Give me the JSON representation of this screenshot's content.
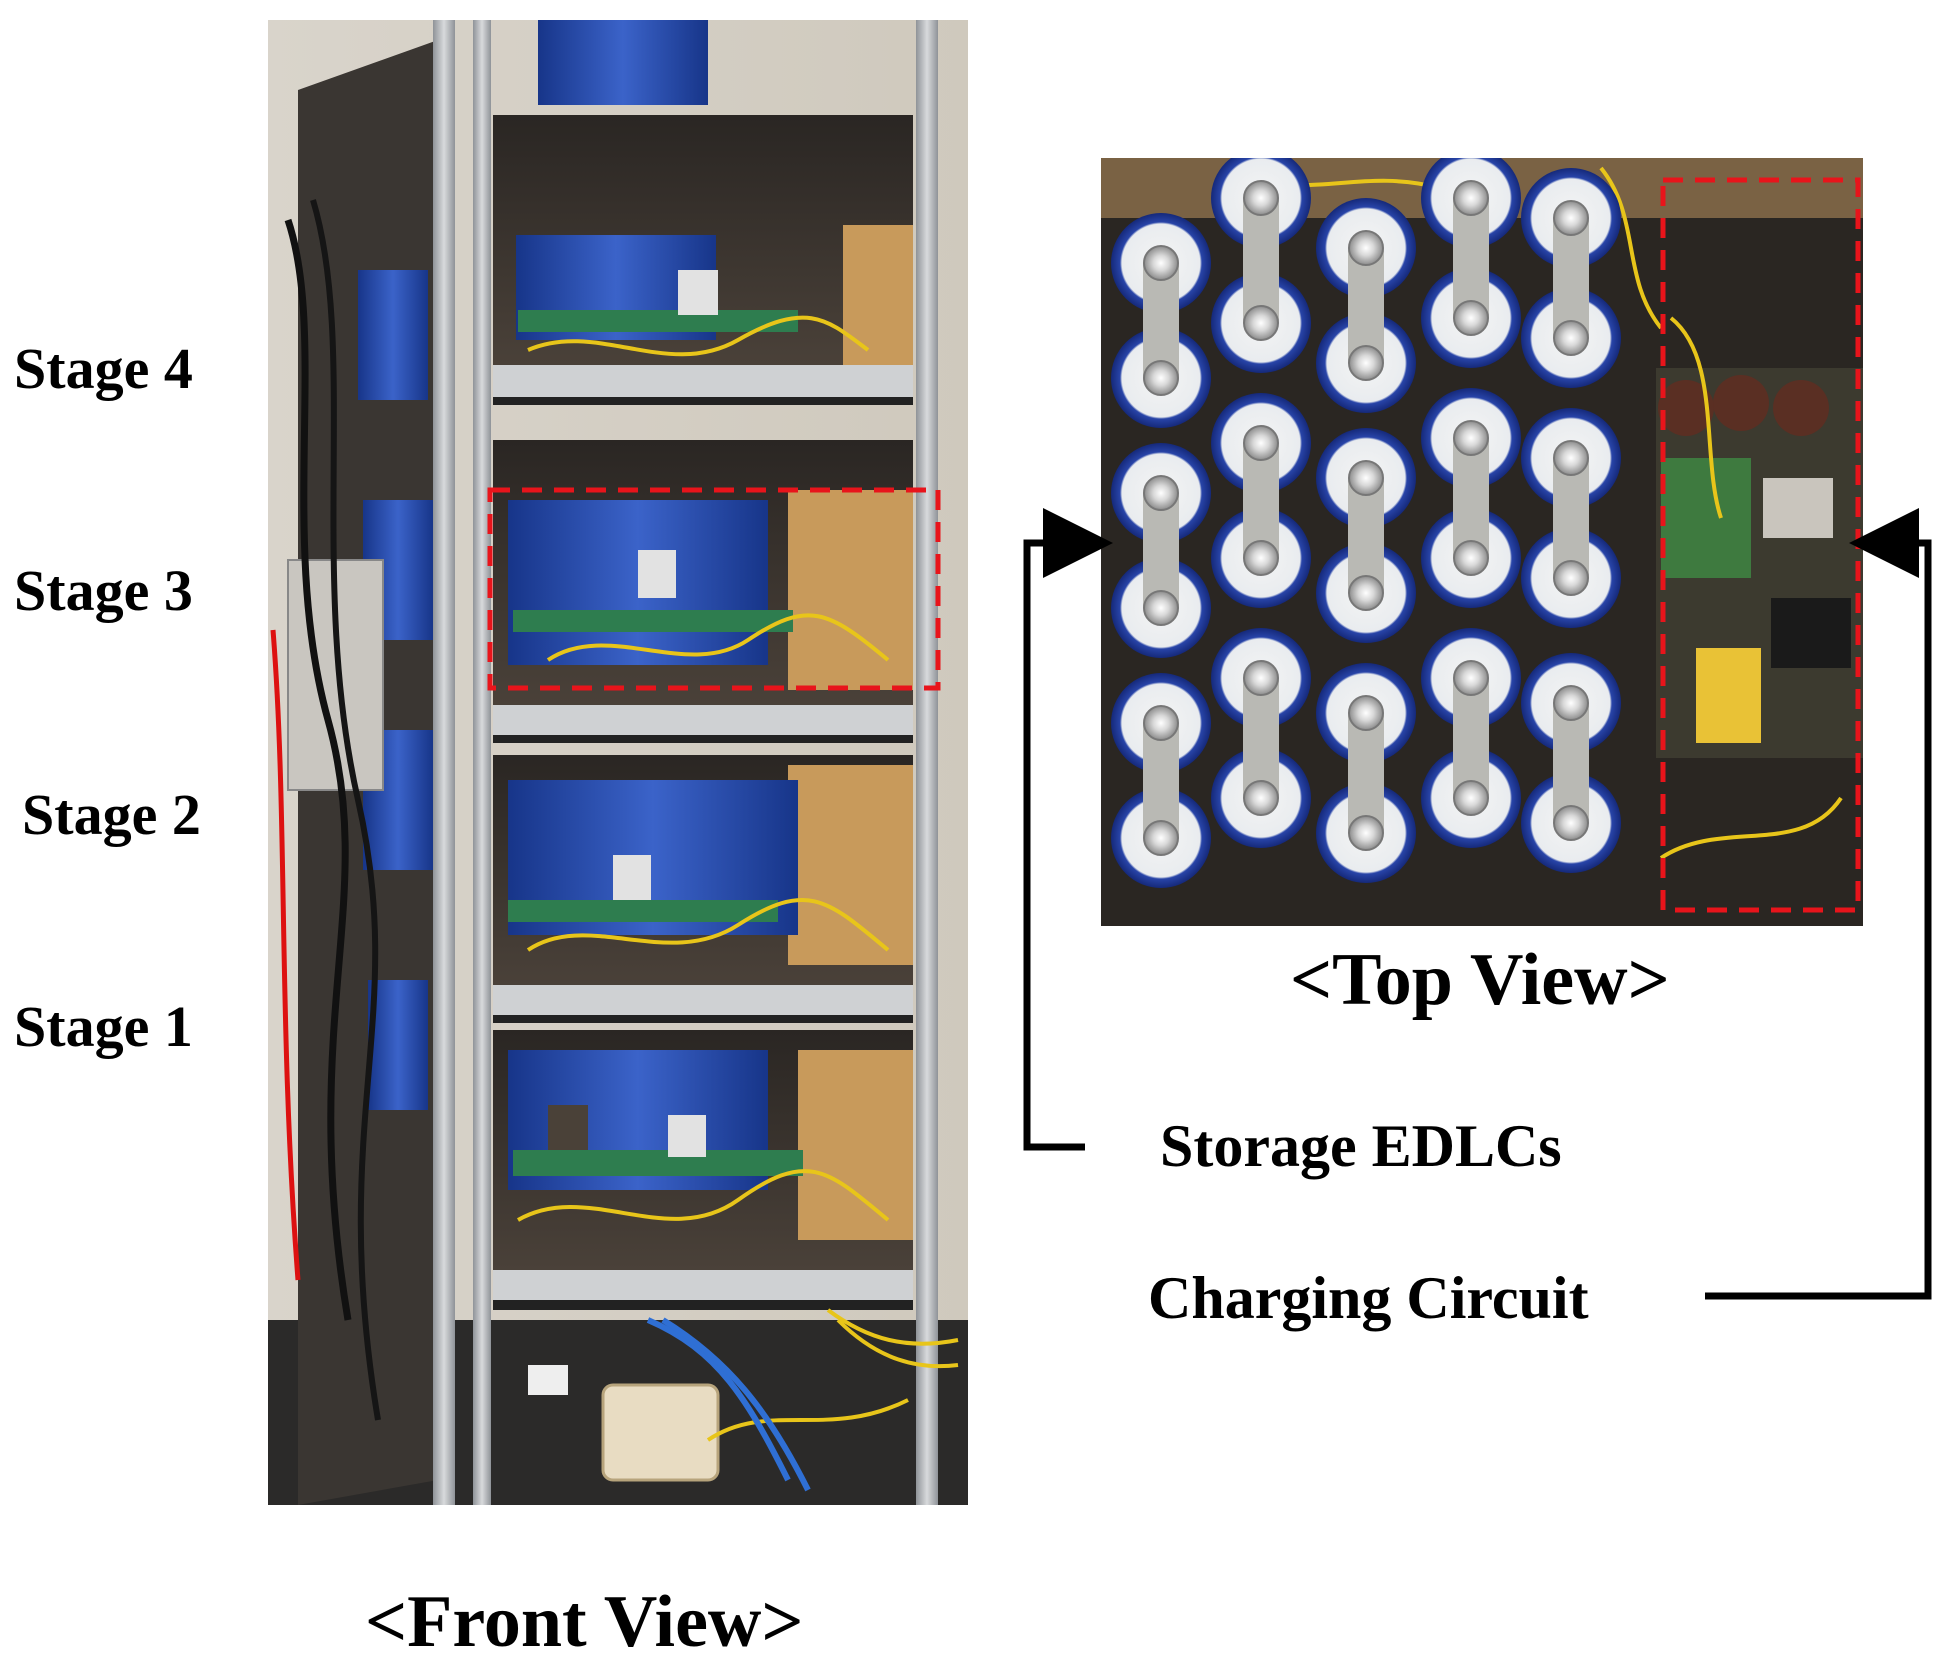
{
  "stages": [
    {
      "label": "Stage 4"
    },
    {
      "label": "Stage 3"
    },
    {
      "label": "Stage 2"
    },
    {
      "label": "Stage 1"
    }
  ],
  "captions": {
    "front_view": "<Front View>",
    "top_view": "<Top View>"
  },
  "callouts": {
    "storage": "Storage EDLCs",
    "charging": "Charging Circuit"
  },
  "colors": {
    "highlight_box": "#e8141b",
    "arrow": "#000000",
    "capacitor_blue": "#1f3f9e",
    "frame_aluminum": "#b9bcbf",
    "pcb_green": "#2e7d4f",
    "wood": "#c89a5b"
  }
}
